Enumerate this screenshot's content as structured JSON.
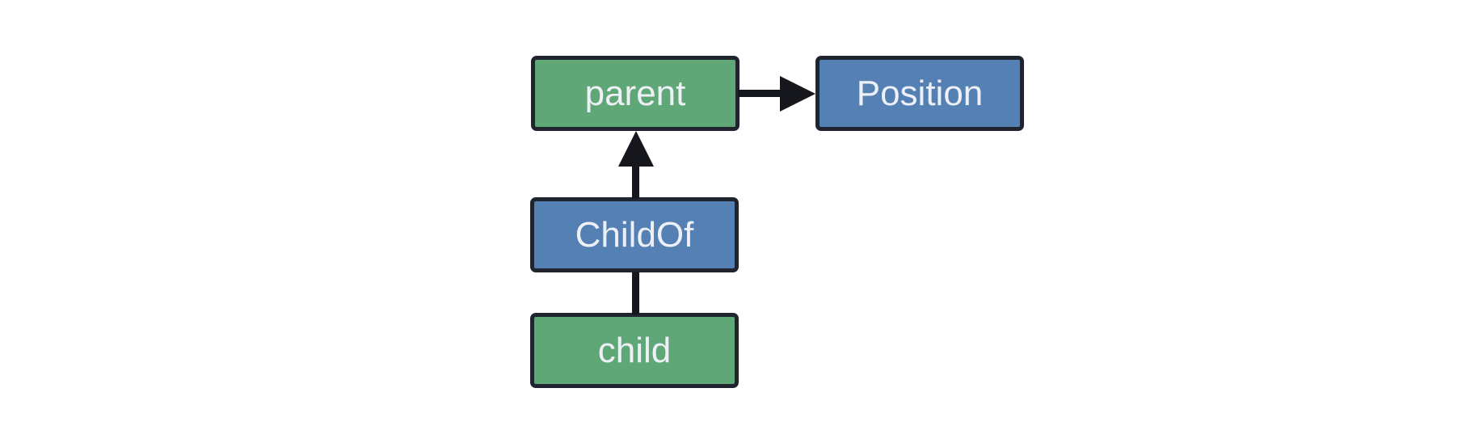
{
  "colors": {
    "entity-fill": "#5fa776",
    "component-fill": "#5580b4",
    "node-outline": "#20242e",
    "connector": "#15171d",
    "label-text": "#eef0f8",
    "canvas": "#ffffff"
  },
  "diagram": {
    "nodes": [
      {
        "label": "parent",
        "fill": "entity-fill"
      },
      {
        "label": "Position",
        "fill": "component-fill"
      },
      {
        "label": "ChildOf",
        "fill": "component-fill"
      },
      {
        "label": "child",
        "fill": "entity-fill"
      }
    ],
    "edges": [
      {
        "from": "parent",
        "to": "Position",
        "connector": "arrow"
      },
      {
        "from": "ChildOf",
        "to": "parent",
        "connector": "arrow"
      },
      {
        "from": "child",
        "to": "ChildOf",
        "connector": "line"
      }
    ]
  }
}
